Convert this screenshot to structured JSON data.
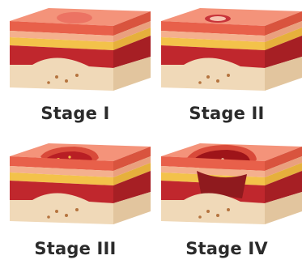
{
  "stages": [
    {
      "label": "Stage I"
    },
    {
      "label": "Stage II"
    },
    {
      "label": "Stage III"
    },
    {
      "label": "Stage IV"
    }
  ],
  "colors": {
    "skin_top": "#f08a6a",
    "skin_side": "#e86a4e",
    "dermis": "#f4b08e",
    "fat": "#f3c24a",
    "muscle": "#c0272d",
    "muscle_dark": "#8f1a1e",
    "bone": "#f0d9b8",
    "bone_spot": "#b5743f",
    "wound": "#b81e24",
    "wound_light": "#d94a3a",
    "label": "#2b2b2b"
  }
}
